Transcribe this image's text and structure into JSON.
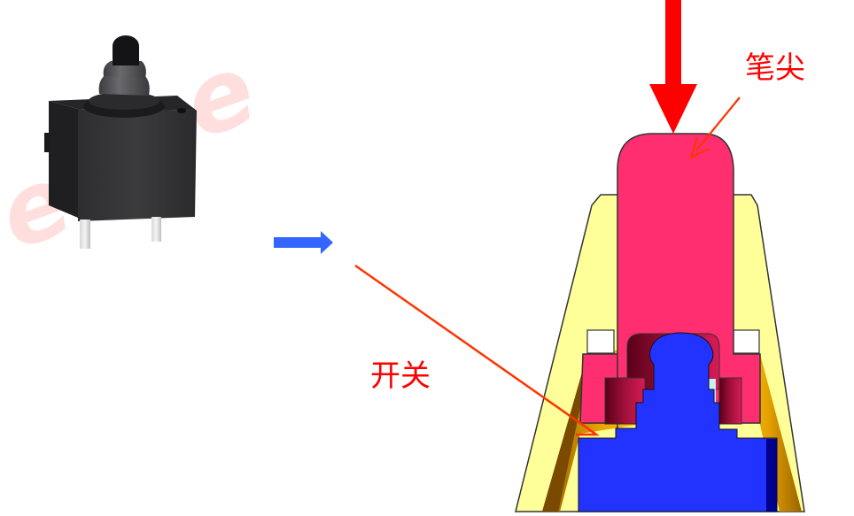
{
  "diagram": {
    "type": "component-to-cross-section illustration",
    "colors": {
      "background": "#ffffff",
      "label_red": "#ff0000",
      "leader_line": "#ff3300",
      "force_arrow": "#ff0000",
      "transition_arrow": "#3366ff",
      "pen_tip": "#ff2e70",
      "pen_tip_dark": "#a0103a",
      "housing_outer": "#ffff99",
      "housing_inner": "#e8a400",
      "switch_body": "#2233ff",
      "switch_shadow": "#00008b",
      "watermark": "#ff8080"
    },
    "watermark": {
      "text": "e e e"
    },
    "photo": {
      "name": "micro switch photo"
    },
    "labels": {
      "pen_tip": "笔尖",
      "switch": "开关"
    }
  }
}
